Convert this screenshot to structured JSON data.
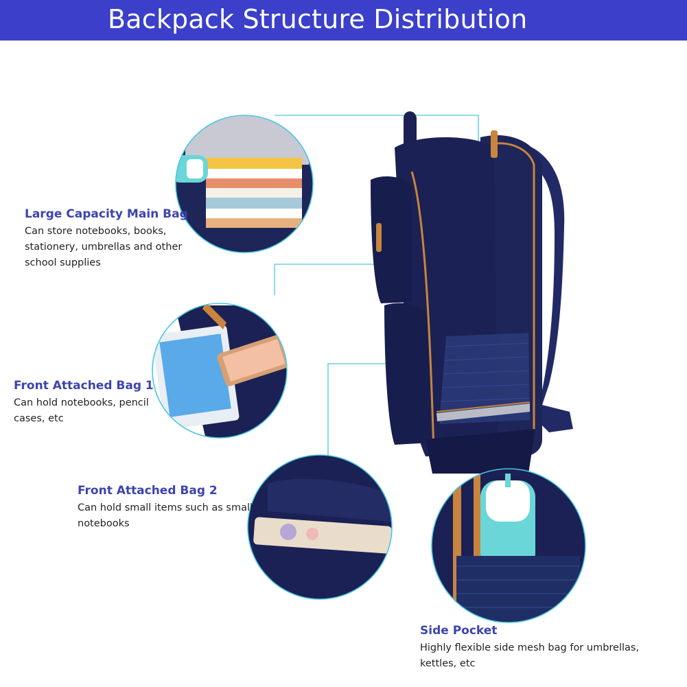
{
  "header": {
    "title": "Backpack Structure Distribution",
    "background": "#3b3fc9"
  },
  "callouts": [
    {
      "title": "Large Capacity Main Bag",
      "lines": [
        "Can store notebooks, books,",
        "stationery, umbrellas and other",
        "school supplies"
      ]
    },
    {
      "title": "Front Attached Bag 1",
      "lines": [
        "Can hold notebooks, pencil",
        "cases, etc"
      ]
    },
    {
      "title": "Front Attached Bag 2",
      "lines": [
        "Can hold small items such as small",
        "notebooks"
      ]
    },
    {
      "title": "Side Pocket",
      "lines": [
        "Highly flexible side mesh bag for umbrellas,",
        "kettles, etc"
      ]
    }
  ],
  "colors": {
    "title_text": "#3d44ad",
    "leader_line": "#4ac6e0",
    "backpack_body": "#1b2154",
    "backpack_trim": "#c9843e"
  }
}
